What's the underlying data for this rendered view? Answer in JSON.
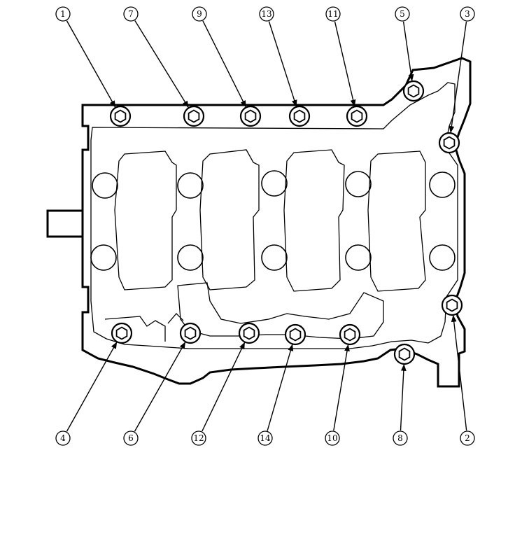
{
  "diagram": {
    "bolt_labels": {
      "b1": "1",
      "b7": "7",
      "b9": "9",
      "b13": "13",
      "b11": "11",
      "b5": "5",
      "b3": "3",
      "b4": "4",
      "b6": "6",
      "b12": "12",
      "b14": "14",
      "b10": "10",
      "b8": "8",
      "b2": "2"
    },
    "colors": {
      "ink": "#000000",
      "paper": "#ffffff"
    }
  }
}
